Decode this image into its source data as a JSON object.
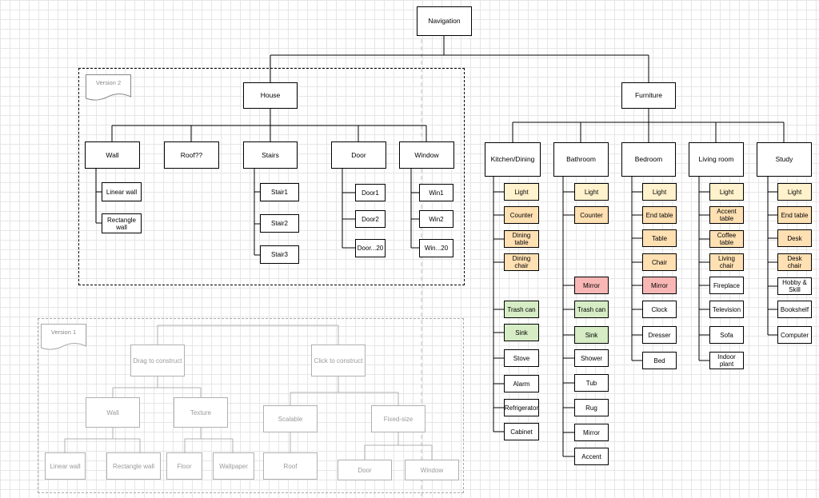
{
  "root": "Navigation",
  "version2": {
    "label": "Version 2",
    "house": "House",
    "categories": {
      "wall": {
        "label": "Wall",
        "items": [
          "Linear wall",
          "Rectangle wall"
        ]
      },
      "roof": {
        "label": "Roof??"
      },
      "stairs": {
        "label": "Stairs",
        "items": [
          "Stair1",
          "Stair2",
          "Stair3"
        ]
      },
      "door": {
        "label": "Door",
        "items": [
          "Door1",
          "Door2",
          "Door...20"
        ]
      },
      "window": {
        "label": "Window",
        "items": [
          "Win1",
          "Win2",
          "Win...20"
        ]
      }
    }
  },
  "furniture": {
    "label": "Furniture",
    "rooms": {
      "kitchen": {
        "label": "Kitchen/Dining",
        "items": [
          "Light",
          "Counter",
          "Dining table",
          "Dining chair",
          "Trash can",
          "Sink",
          "Stove",
          "Alarm",
          "Refrigerator",
          "Cabinet"
        ]
      },
      "bathroom": {
        "label": "Bathroom",
        "items": [
          "Light",
          "Counter",
          "Mirror",
          "Trash can",
          "Sink",
          "Shower",
          "Tub",
          "Rug",
          "Mirror",
          "Accent"
        ]
      },
      "bedroom": {
        "label": "Bedroom",
        "items": [
          "Light",
          "End table",
          "Table",
          "Chair",
          "Mirror",
          "Clock",
          "Dresser",
          "Bed"
        ]
      },
      "living": {
        "label": "Living room",
        "items": [
          "Light",
          "Accent table",
          "Coffee table",
          "Living chair",
          "Fireplace",
          "Television",
          "Sofa",
          "Indoor plant"
        ]
      },
      "study": {
        "label": "Study",
        "items": [
          "Light",
          "End table",
          "Desk",
          "Desk chair",
          "Hobby & Skill",
          "Bookshelf",
          "Computer"
        ]
      }
    }
  },
  "version1": {
    "label": "Version 1",
    "drag": "Drag to construct",
    "click": "Click to construct",
    "wall": "Wall",
    "texture": "Texture",
    "scalable": "Scalable",
    "fixed": "Fixed-size",
    "linear_wall": "Linear wall",
    "rectangle_wall": "Rectangle wall",
    "floor": "Floor",
    "wallpaper": "Wallpaper",
    "roof": "Roof",
    "door": "Door",
    "window": "Window"
  },
  "colors": {
    "yellow": "#fff2cc",
    "orange": "#ffe0b3",
    "red": "#f8b7b5",
    "green": "#d5ecc4",
    "grid": "#e6e6e6"
  }
}
